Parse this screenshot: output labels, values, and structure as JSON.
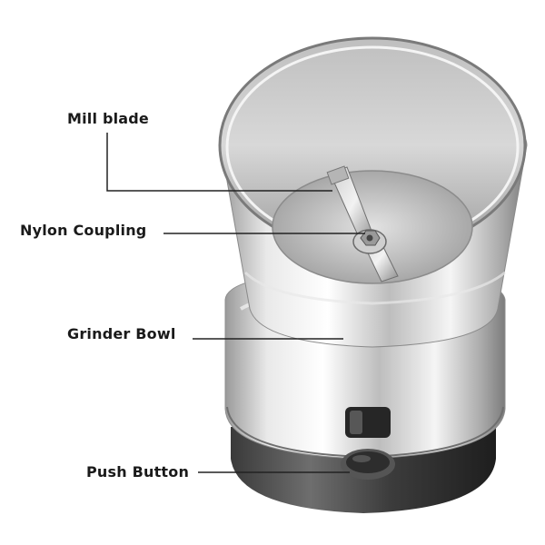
{
  "labels": {
    "mill_blade": "Mill blade",
    "nylon_coupling": "Nylon Coupling",
    "grinder_bowl": "Grinder Bowl",
    "push_button": "Push Button"
  },
  "colors": {
    "background": "#ffffff",
    "text": "#1a1a1a",
    "leader_line": "#222222",
    "steel_light": "#f2f2f2",
    "steel_dark": "#8a8a8a",
    "base_black": "#2a2a2a"
  }
}
